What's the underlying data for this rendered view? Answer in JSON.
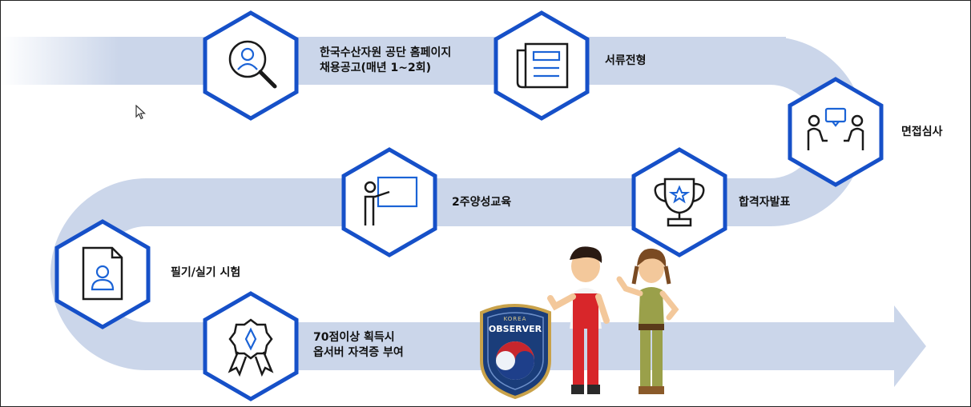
{
  "colors": {
    "road": "#cbd6ea",
    "hex_border": "#1650c8",
    "icon_dark": "#1a1a1a",
    "icon_accent": "#1b63d6",
    "badge_blue": "#1a3d7a",
    "badge_gold": "#c9a24a"
  },
  "steps": [
    {
      "icon": "search-person-icon",
      "lines": [
        "한국수산자원 공단 홈페이지",
        "채용공고(매년 1~2회)"
      ]
    },
    {
      "icon": "newspaper-icon",
      "lines": [
        "서류전형"
      ]
    },
    {
      "icon": "interview-icon",
      "lines": [
        "면접심사"
      ]
    },
    {
      "icon": "trophy-icon",
      "lines": [
        "합격자발표"
      ]
    },
    {
      "icon": "presentation-icon",
      "lines": [
        "2주양성교육"
      ]
    },
    {
      "icon": "document-person-icon",
      "lines": [
        "필기/실기 시험"
      ]
    },
    {
      "icon": "award-ribbon-icon",
      "lines": [
        "70점이상 획득시",
        "옵서버 자격증 부여"
      ]
    }
  ],
  "badge": {
    "top_text": "KOREA",
    "main_text": "OBSERVER"
  }
}
